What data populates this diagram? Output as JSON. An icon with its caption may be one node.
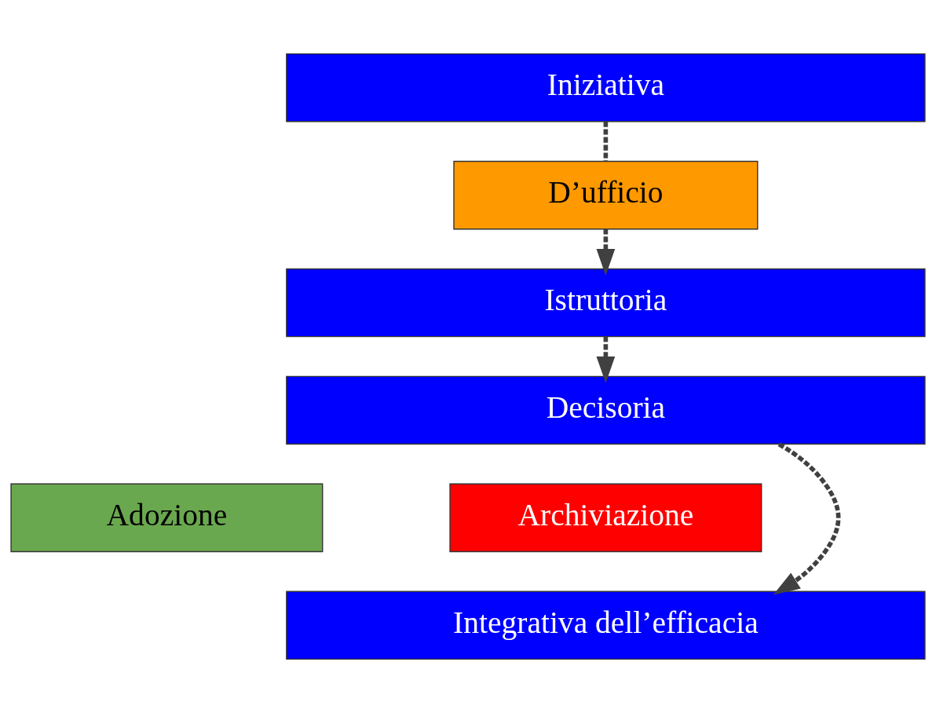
{
  "diagram": {
    "nodes": [
      {
        "text": [
          "Iniziativa"
        ]
      },
      {
        "text": [
          "D’ufficio"
        ]
      },
      {
        "text": [
          "Istruttoria"
        ]
      },
      {
        "text": [
          "Decisoria"
        ]
      },
      {
        "text": [
          "Adozione"
        ]
      },
      {
        "text": [
          "Archiviazione"
        ]
      },
      {
        "text": [
          "Integrativa dell’efficacia"
        ]
      }
    ],
    "edges": [
      {
        "from": 0,
        "to": 1,
        "arrow": "none",
        "style": "dashed"
      },
      {
        "from": 1,
        "to": 2,
        "arrow": "to",
        "style": "dashed"
      },
      {
        "from": 2,
        "to": 3,
        "arrow": "to",
        "style": "dashed"
      },
      {
        "from": 3,
        "to": 6,
        "arrow": "to",
        "style": "dashed"
      }
    ]
  }
}
